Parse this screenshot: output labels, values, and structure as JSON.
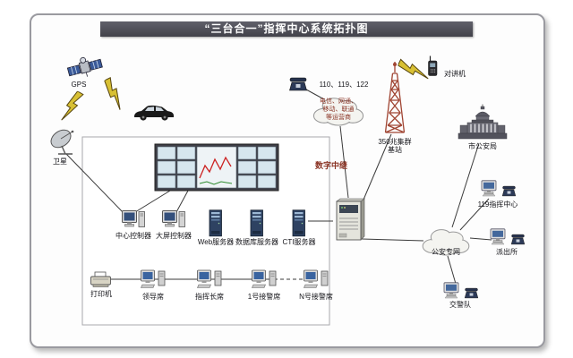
{
  "title": "“三台合一”指挥中心系统拓扑图",
  "labels": {
    "gps": "GPS",
    "satellite": "卫星",
    "hotlines": "110、119、122",
    "digital_trunk": "数字中继",
    "tower_line1": "350兆集群",
    "tower_line2": "基站",
    "walkie_talkie": "对讲机",
    "city_bureau": "市公安局",
    "center_119": "119指挥中心",
    "police_network": "公安专网",
    "police_station": "派出所",
    "traffic_police": "交警队",
    "center_controller": "中心控制器",
    "screen_controller": "大屏控制器",
    "web_server": "Web服务器",
    "db_server": "数据库服务器",
    "cti_server": "CTI服务器",
    "printer": "打印机",
    "leader_seat": "领导席",
    "commander_seat": "指挥长席",
    "seat_1": "1号接警席",
    "seat_n": "N号接警席"
  },
  "telecom_cloud_lines": [
    "电信、网通、",
    "移动、联通",
    "等运营商"
  ],
  "colors": {
    "chart_red": "#cc2222",
    "chart_green": "#2e8b2e",
    "maroon_text": "#8a3324",
    "title_bg": "#4c4c54",
    "lightning_yellow": "#d8c034"
  }
}
